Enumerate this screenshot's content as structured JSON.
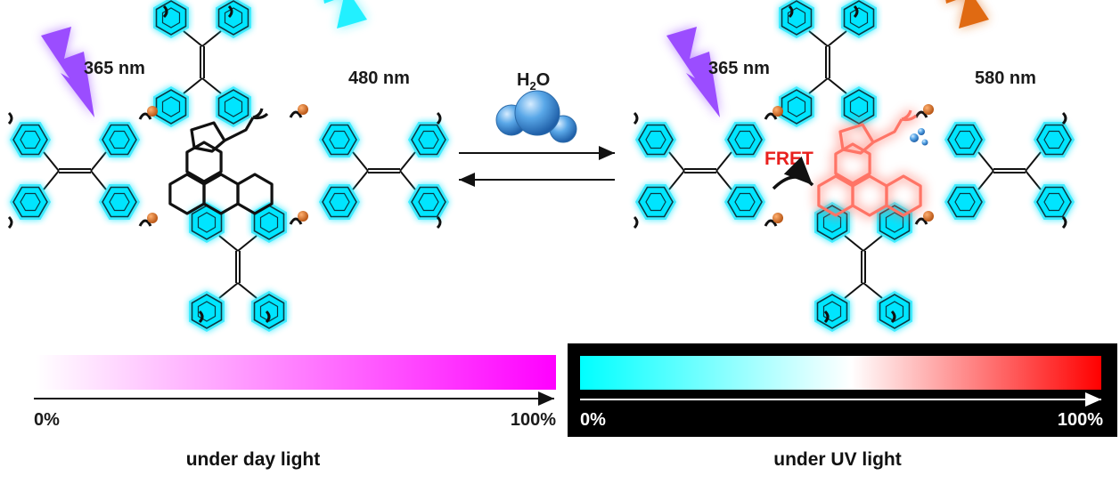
{
  "left_panel": {
    "wavelength_excitation": "365 nm",
    "wavelength_emission": "480 nm"
  },
  "right_panel": {
    "wavelength_excitation": "365 nm",
    "wavelength_emission": "580 nm",
    "fret_label": "FRET"
  },
  "reagent": {
    "symbol": "H",
    "subscript": "2",
    "suffix": "O"
  },
  "daylight_bar": {
    "start_label": "0%",
    "end_label": "100%",
    "caption": "under day light",
    "color_start": "#ffffff",
    "color_end": "#ff00ff"
  },
  "uv_bar": {
    "start_label": "0%",
    "end_label": "100%",
    "caption": "under UV light",
    "color_start": "#00ffff",
    "color_mid": "#ffffff",
    "color_end": "#ff0000",
    "background": "#000000"
  },
  "colors": {
    "phenyl_glow": "#00e5ff",
    "bolt_violet": "#9b4dff",
    "bolt_cyan": "#22f0ff",
    "bolt_orange": "#e06a12",
    "metal_node": "#d2691e",
    "guest_emission": "#ff7466"
  }
}
